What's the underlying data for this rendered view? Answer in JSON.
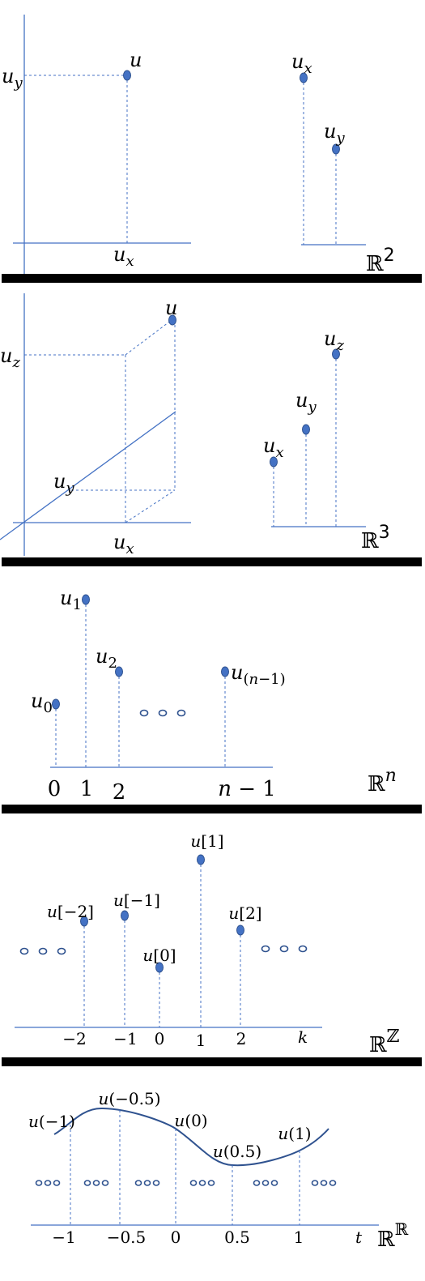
{
  "colors": {
    "axis": "#4472c4",
    "dot": "#4472c4",
    "dot_stroke": "#2f528f",
    "divider": "#000000"
  },
  "panel_r2": {
    "left": {
      "point": "u",
      "y_label": "u_y",
      "x_label": "u_x"
    },
    "right": {
      "stem_labels": [
        "u_x",
        "u_y"
      ]
    },
    "space": {
      "base": "ℝ",
      "exp": "2"
    }
  },
  "panel_r3": {
    "left": {
      "point": "u",
      "z_label": "u_z",
      "y_label": "u_y",
      "x_label": "u_x"
    },
    "right": {
      "stem_labels": [
        "u_x",
        "u_y",
        "u_z"
      ]
    },
    "space": {
      "base": "ℝ",
      "exp": "3"
    }
  },
  "panel_rn": {
    "stem_labels": [
      "u_0",
      "u_1",
      "u_2",
      "u_(n−1)"
    ],
    "tick_labels": [
      "0",
      "1",
      "2",
      "n − 1"
    ],
    "space": {
      "base": "ℝ",
      "exp": "n"
    }
  },
  "panel_rz": {
    "stem_labels": [
      "u[−2]",
      "u[−1]",
      "u[0]",
      "u[1]",
      "u[2]"
    ],
    "tick_labels": [
      "−2",
      "−1",
      "0",
      "1",
      "2",
      "k"
    ],
    "space": {
      "base": "ℝ",
      "exp": "ℤ"
    }
  },
  "panel_rr": {
    "curve_labels": [
      "u(−1)",
      "u(−0.5)",
      "u(0)",
      "u(0.5)",
      "u(1)"
    ],
    "tick_labels": [
      "−1",
      "−0.5",
      "0",
      "0.5",
      "1",
      "t"
    ],
    "space": {
      "base": "ℝ",
      "exp": "ℝ"
    }
  }
}
